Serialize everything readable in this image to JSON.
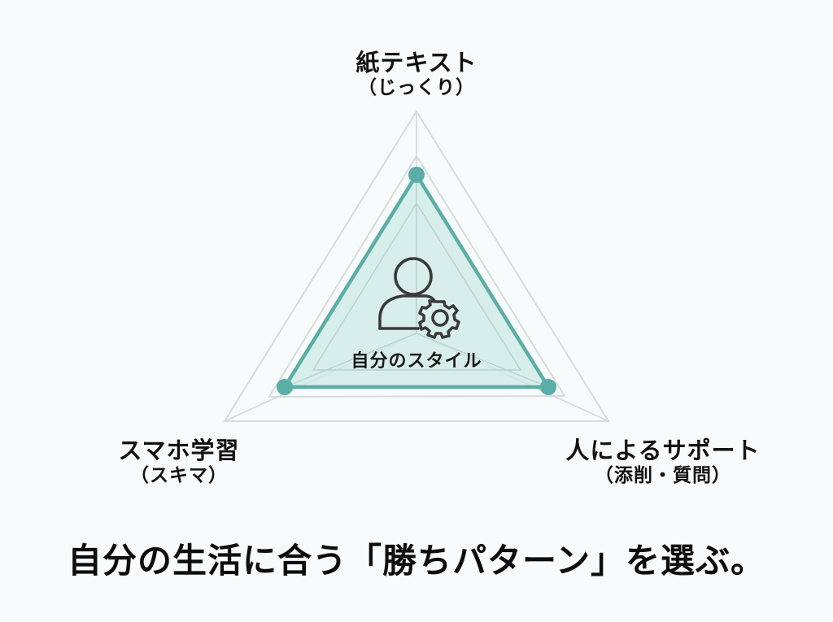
{
  "colors": {
    "background": "#f7fbfb",
    "grid": "#d7dbdb",
    "accent": "#5aaea7",
    "fill": "#cde9e5",
    "icon": "#3a3a3a",
    "text": "#111111"
  },
  "axes": {
    "top": {
      "title": "紙テキスト",
      "subtitle": "（じっくり）"
    },
    "left": {
      "title": "スマホ学習",
      "subtitle": "（スキマ）"
    },
    "right": {
      "title": "人によるサポート",
      "subtitle": "（添削・質問）"
    }
  },
  "center": {
    "icon": "user-gear-icon",
    "label": "自分のスタイル"
  },
  "headline": "自分の生活に合う「勝ちパターン」を選ぶ。"
}
